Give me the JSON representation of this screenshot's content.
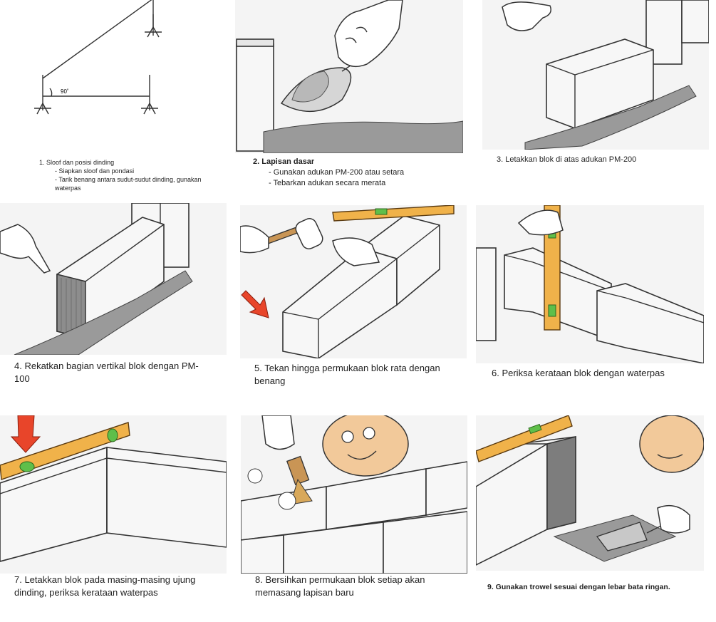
{
  "steps": [
    {
      "title": "1. Sloof dan posisi dinding",
      "sub": [
        "- Siapkan sloof dan pondasi",
        "- Tarik benang antara sudut-sudut dinding, gunakan waterpas"
      ],
      "angle_label": "90˚"
    },
    {
      "title": "2. Lapisan dasar",
      "sub": [
        "- Gunakan adukan  PM-200 atau setara",
        "- Tebarkan adukan secara merata"
      ]
    },
    {
      "title": "3. Letakkan blok di atas adukan PM-200"
    },
    {
      "title": "4. Rekatkan bagian vertikal blok dengan PM-100"
    },
    {
      "title": "5. Tekan hingga permukaan blok rata dengan benang"
    },
    {
      "title": "6. Periksa kerataan blok dengan waterpas"
    },
    {
      "title": "7. Letakkan blok pada masing-masing ujung dinding, periksa kerataan waterpas"
    },
    {
      "title": "8. Bersihkan permukaan blok setiap akan memasang lapisan baru"
    },
    {
      "title": "9. Gunakan trowel sesuai dengan lebar bata ringan."
    }
  ],
  "colors": {
    "level_body": "#f0b24a",
    "level_bubble": "#5fbf4a",
    "arrow": "#e8452a",
    "mortar": "#9a9a9a",
    "skin": "#f2c99a"
  }
}
